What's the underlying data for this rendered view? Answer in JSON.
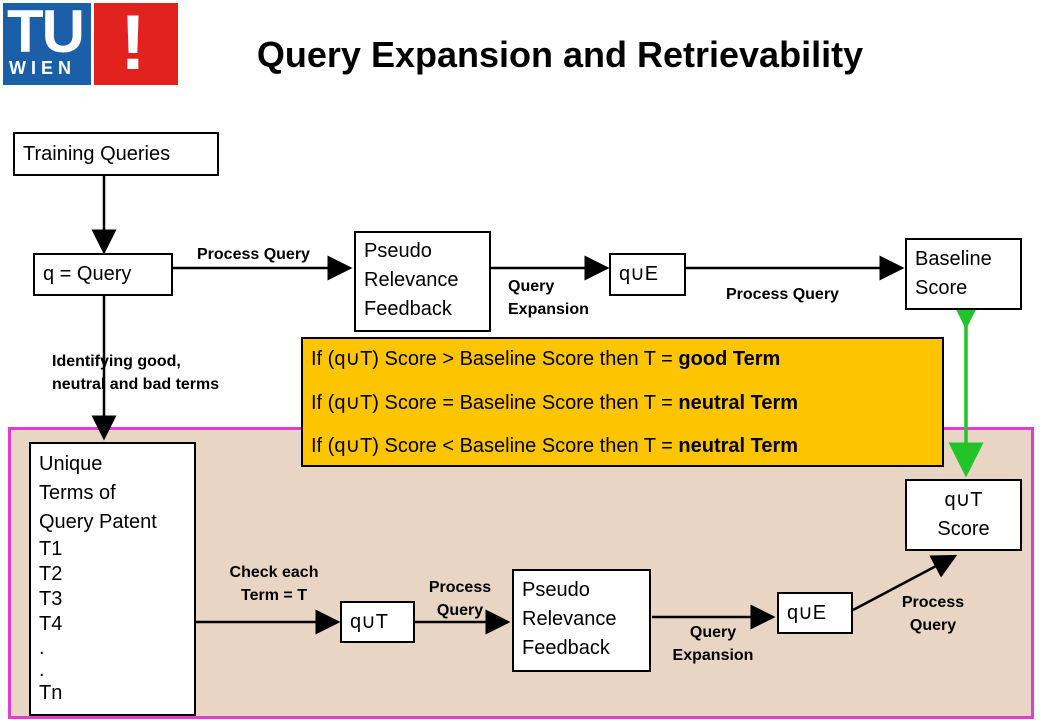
{
  "logo": {
    "tu": "TU",
    "wien": "WIEN",
    "mark": "!"
  },
  "title": "Query Expansion and Retrievability",
  "boxes": {
    "training": "Training Queries",
    "query": "q = Query",
    "prf_top": [
      "Pseudo",
      "Relevance",
      "Feedback"
    ],
    "que_top": "q∪E",
    "baseline": [
      "Baseline",
      "Score"
    ],
    "unique_terms": [
      "Unique",
      "Terms of",
      "Query Patent",
      "T1",
      "T2",
      "T3",
      "T4",
      ".",
      ".",
      "Tn"
    ],
    "qut": "q∪T",
    "prf_bottom": [
      "Pseudo",
      "Relevance",
      "Feedback"
    ],
    "que_bottom": "q∪E",
    "qut_score": [
      "q∪T",
      "Score"
    ]
  },
  "labels": {
    "process_query_1": "Process Query",
    "query_expansion_top": [
      "Query",
      "Expansion"
    ],
    "process_query_2": "Process Query",
    "identifying": [
      "Identifying good,",
      "neutral and bad terms"
    ],
    "check_each": [
      "Check each",
      "Term = T"
    ],
    "process_query_3": [
      "Process",
      "Query"
    ],
    "query_expansion_bottom": [
      "Query",
      "Expansion"
    ],
    "process_query_4": [
      "Process",
      "Query"
    ]
  },
  "rules": [
    {
      "prefix": "If (q∪T) Score > Baseline Score then T = ",
      "bold": "good Term"
    },
    {
      "prefix": "If (q∪T) Score = Baseline Score then T = ",
      "bold": "neutral Term"
    },
    {
      "prefix": "If (q∪T) Score < Baseline Score then T = ",
      "bold": "neutral Term"
    }
  ],
  "colors": {
    "panel_bg": "#e8d5c3",
    "panel_border": "#e23cd5",
    "rule_bg": "#fcc500",
    "compare_arrow": "#22c32a",
    "logo_blue": "#1a5fa8",
    "logo_red": "#e2221f"
  }
}
